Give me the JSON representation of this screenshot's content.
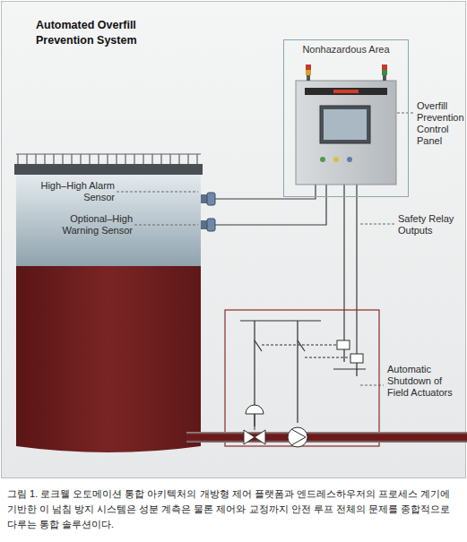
{
  "diagram": {
    "title": "Automated Overfill Prevention System",
    "caption": "그림 1. 로크웰 오토메이션 통합 아키텍처의 개방형 제어 플랫폼과 엔드레스하우저의 프로세스 계기에 기반한 이 넘침 방지 시스템은 성분 계측은 물론 제어와 교정까지 안전 루프 전체의 문제를 종합적으로 다루는 통합 솔루션이다.",
    "nodes": [
      {
        "text": [
          "Nonhazardous Area"
        ]
      }
    ],
    "labels": [
      "High–High Alarm Sensor",
      "Optional–High Warning Sensor",
      "Overfill Prevention Control Panel",
      "Safety Relay Outputs",
      "Automatic Shutdown of Field Actuators"
    ]
  }
}
